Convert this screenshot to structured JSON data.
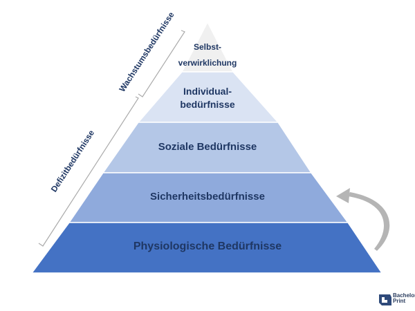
{
  "pyramid": {
    "levels": [
      {
        "lines": [
          "Selbst-",
          "verwirklichung"
        ],
        "color": "#f0f0f0"
      },
      {
        "lines": [
          "Individual-",
          "bedürfnisse"
        ],
        "color": "#dae3f3"
      },
      {
        "lines": [
          "Soziale Bedürfnisse"
        ],
        "color": "#b4c7e7"
      },
      {
        "lines": [
          "Sicherheitsbedürfnisse"
        ],
        "color": "#8faadc"
      },
      {
        "lines": [
          "Physiologische Bedürfnisse"
        ],
        "color": "#4472c4"
      }
    ]
  },
  "groups": {
    "growth": "Wachstumsbedürfnisse",
    "deficit": "Defizitbedürfnisse"
  },
  "logo": {
    "line1": "Bachelor",
    "line2": "Print"
  },
  "colors": {
    "text": "#1f3763",
    "bracket": "#aaaaaa",
    "arrow": "#b0b0b0"
  }
}
